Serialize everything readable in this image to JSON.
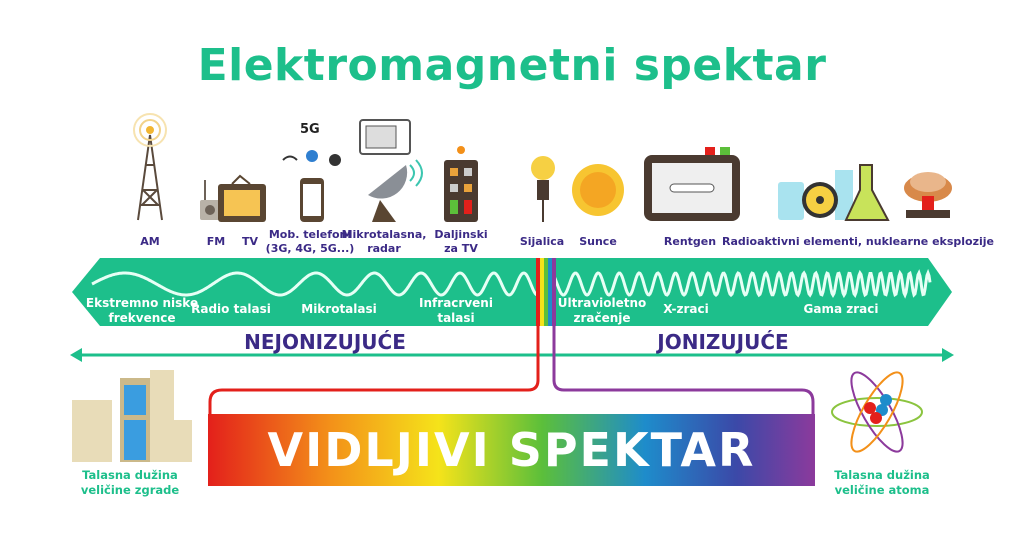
{
  "title": "Elektromagnetni spektar",
  "sources": [
    "AM",
    "FM",
    "TV",
    "Mob. telefoni\n(3G, 4G, 5G...)",
    "Mikrotalasna,\nradar",
    "Daljinski\nza TV",
    "Sijalica",
    "Sunce",
    "Rentgen",
    "Radioaktivni elementi, nuklearne eksplozije"
  ],
  "icon_5g": "5G",
  "bands": [
    "Ekstremno niske\nfrekvence",
    "Radio talasi",
    "Mikrotalasi",
    "Infracrveni\ntalasi",
    "Ultravioletno\nzračenje",
    "X-zraci",
    "Gama zraci"
  ],
  "nonionizing": "NEJONIZUJUĆE",
  "ionizing": "JONIZUJUĆE",
  "visible": "VIDLJIVI SPEKTAR",
  "left_caption": "Talasna dužina\nveličine zgrade",
  "right_caption": "Talasna dužina\nveličine atoma",
  "colors": {
    "green": "#1dbf8b",
    "purple": "#3b2a86"
  }
}
